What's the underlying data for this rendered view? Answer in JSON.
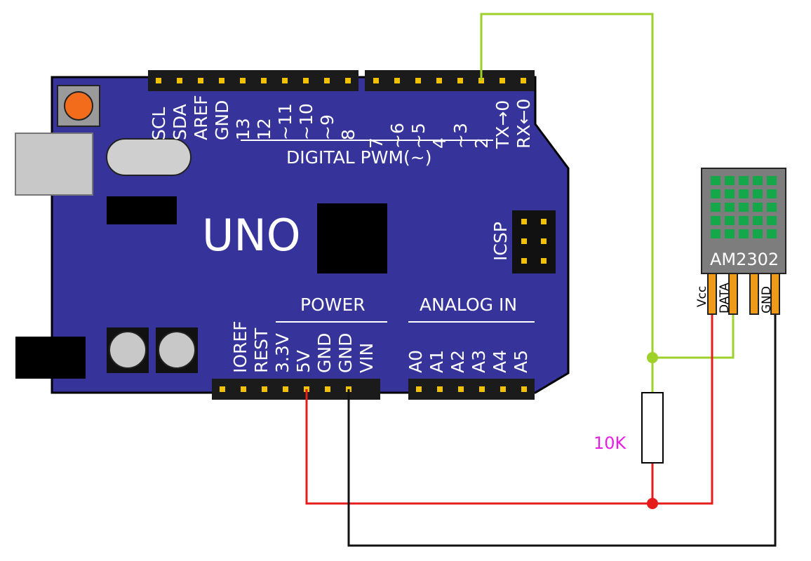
{
  "board": {
    "name": "UNO",
    "digital_section_label": "DIGITAL PWM(~)",
    "power_section_label": "POWER",
    "analog_section_label": "ANALOG IN",
    "icsp_label": "ICSP",
    "top_left_pins": [
      "SCL",
      "SDA",
      "AREF",
      "GND",
      "13",
      "12",
      "~11",
      "~10",
      "~9",
      "8"
    ],
    "top_right_pins": [
      "7",
      "~6",
      "~5",
      "4",
      "~3",
      "2",
      "TX→0",
      "RX←0"
    ],
    "power_pins": [
      "IOREF",
      "REST",
      "3.3V",
      "5V",
      "GND",
      "GND",
      "VIN"
    ],
    "analog_pins": [
      "A0",
      "A1",
      "A2",
      "A3",
      "A4",
      "A5"
    ]
  },
  "sensor": {
    "name": "AM2302",
    "pins": [
      "Vcc",
      "DATA",
      "",
      "GND"
    ]
  },
  "resistor": {
    "label": "10K"
  },
  "colors": {
    "board": "#36349a",
    "board_outline": "#000000",
    "header": "#1b1b1b",
    "header_pin": "#f2c200",
    "reset_button": "#f26c1c",
    "wire_5v": "#e61b1b",
    "wire_gnd": "#111111",
    "wire_data": "#9ed12a",
    "sensor_body": "#7d7d7d",
    "sensor_grid": "#15a84a",
    "sensor_pin": "#f09a1a",
    "resistor_label": "#e61ee6"
  }
}
